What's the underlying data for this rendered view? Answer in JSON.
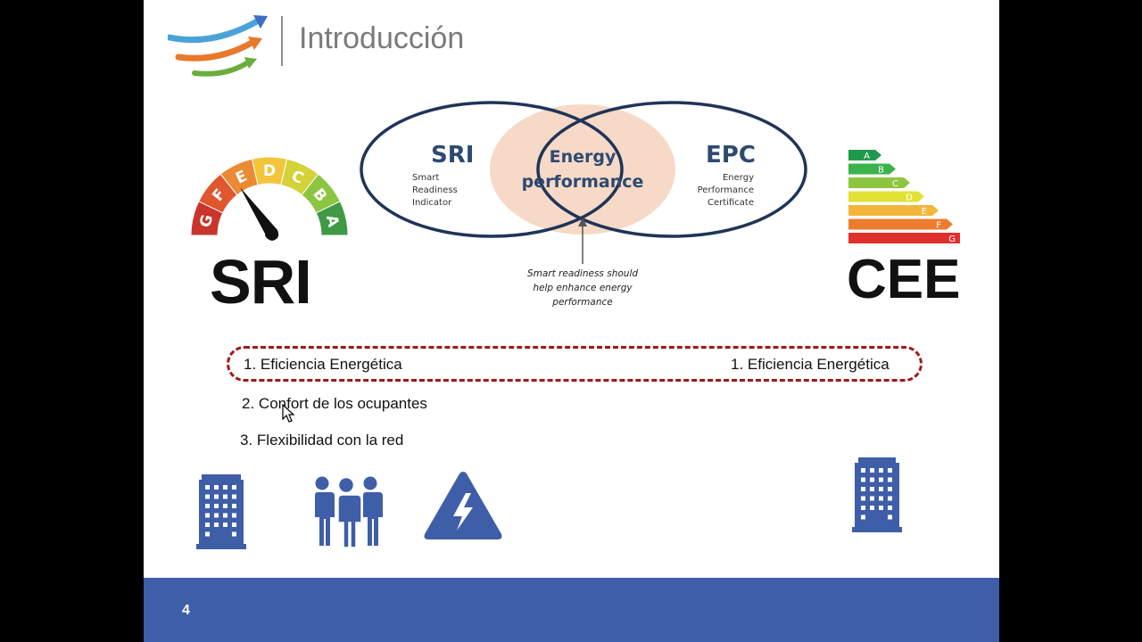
{
  "slide": {
    "title": "Introducción",
    "page_number": "4"
  },
  "gauge": {
    "grades": [
      "G",
      "F",
      "E",
      "D",
      "C",
      "B",
      "A"
    ],
    "label": "SRI"
  },
  "venn": {
    "left_title": "SRI",
    "left_sub": [
      "Smart",
      "Readiness",
      "Indicator"
    ],
    "center": [
      "Energy",
      "performance"
    ],
    "right_title": "EPC",
    "right_sub": [
      "Energy",
      "Performance",
      "Certificate"
    ],
    "caption": [
      "Smart readiness should",
      "help enhance energy",
      "performance"
    ]
  },
  "epc_label": {
    "grades": [
      "A",
      "B",
      "C",
      "D",
      "E",
      "F",
      "G"
    ],
    "label": "CEE"
  },
  "sri_items": [
    {
      "num": "1.",
      "text": "Eficiencia Energética"
    },
    {
      "num": "2.",
      "text": "Confort de los ocupantes"
    },
    {
      "num": "3.",
      "text": "Flexibilidad con la red"
    }
  ],
  "cee_items": [
    {
      "num": "1.",
      "text": "Eficiencia Energética"
    }
  ],
  "icons": [
    "building-icon",
    "people-icon",
    "electric-hazard-icon",
    "building-icon"
  ],
  "colors": {
    "footer": "#3f5ea8",
    "icon_blue": "#3f5ea8",
    "dashed_box": "#a01818",
    "venn_outline": "#1f3458",
    "venn_center": "#f6d9c6"
  }
}
